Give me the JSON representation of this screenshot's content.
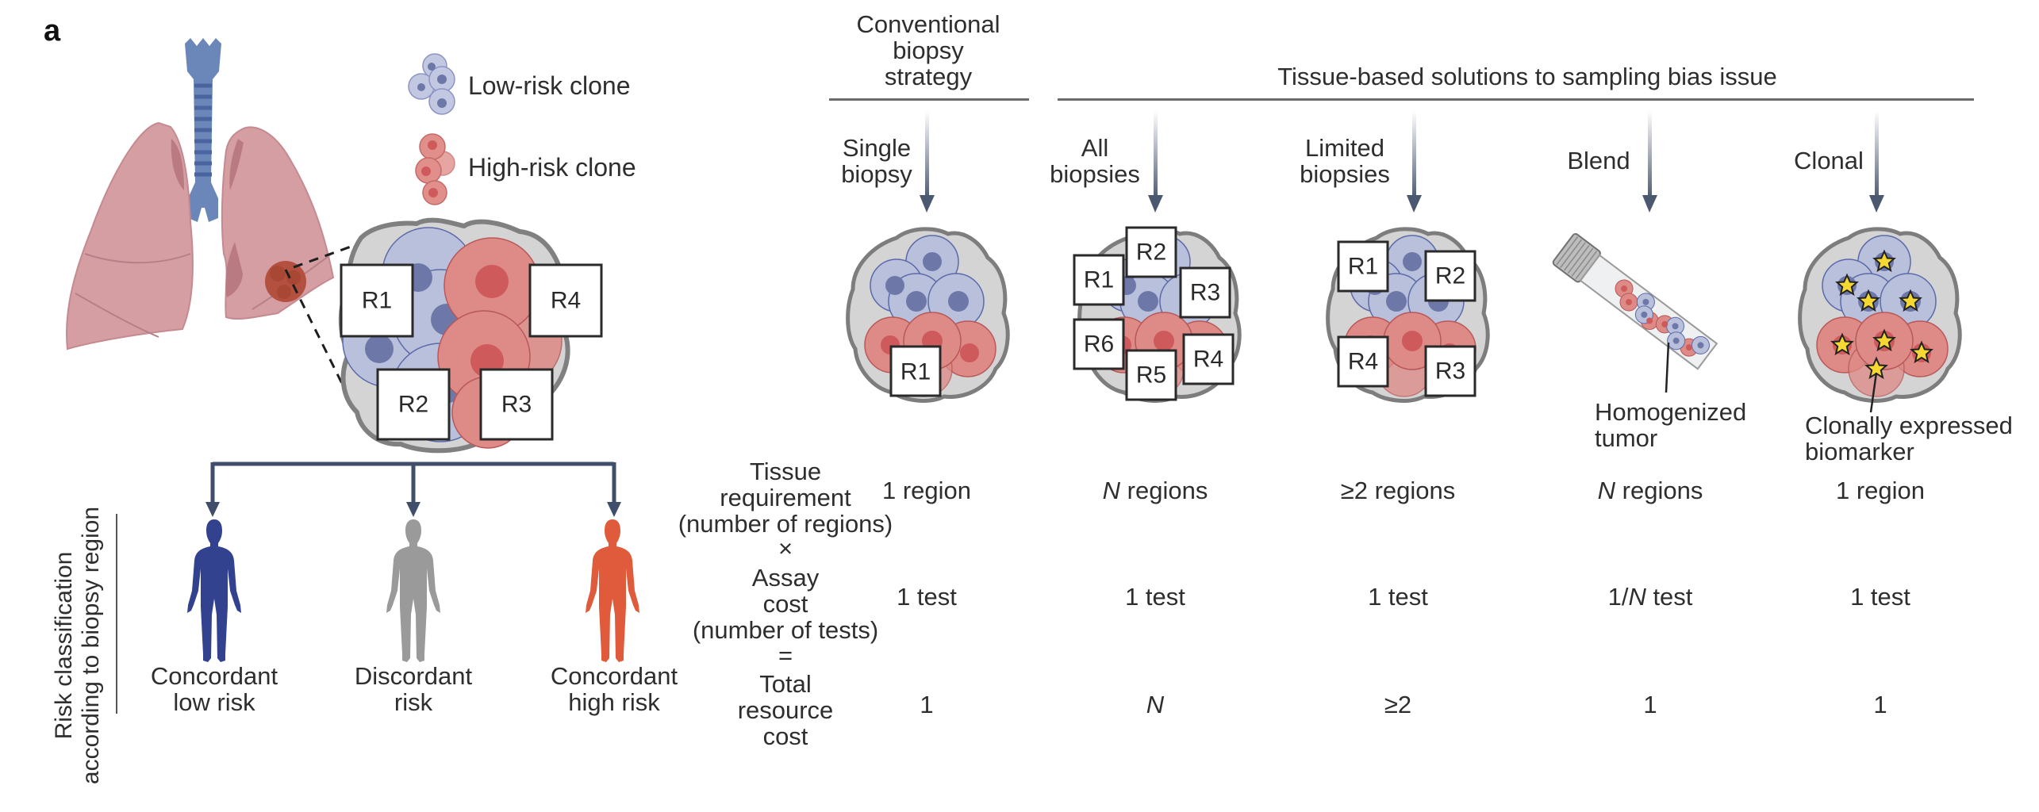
{
  "panel_label": "a",
  "legend": {
    "low_risk": "Low-risk clone",
    "high_risk": "High-risk clone"
  },
  "main_tumor": {
    "regions": [
      "R1",
      "R2",
      "R3",
      "R4"
    ]
  },
  "risk_axis_label": "Risk classification\naccording to biopsy region",
  "outcomes": [
    {
      "label": "Concordant\nlow risk",
      "color": "#33428f"
    },
    {
      "label": "Discordant\nrisk",
      "color": "#9a9a9a"
    },
    {
      "label": "Concordant\nhigh risk",
      "color": "#e05a3c"
    }
  ],
  "headers": {
    "conventional": "Conventional\nbiopsy\nstrategy",
    "tissue_based": "Tissue-based solutions to sampling bias issue"
  },
  "strategies": [
    {
      "name": "Single\nbiopsy",
      "regions": [
        "R1"
      ],
      "tissue": "1 region",
      "assay": "1 test",
      "total": "1"
    },
    {
      "name": "All\nbiopsies",
      "regions": [
        "R1",
        "R2",
        "R3",
        "R4",
        "R5",
        "R6"
      ],
      "tissue": "N regions",
      "assay": "1 test",
      "total": "N"
    },
    {
      "name": "Limited\nbiopsies",
      "regions": [
        "R1",
        "R2",
        "R3",
        "R4"
      ],
      "tissue": "≥2 regions",
      "assay": "1 test",
      "total": "≥2"
    },
    {
      "name": "Blend",
      "annotation": "Homogenized\ntumor",
      "tissue": "N regions",
      "assay": "1/N test",
      "total": "1"
    },
    {
      "name": "Clonal",
      "annotation": "Clonally expressed\nbiomarker",
      "tissue": "1 region",
      "assay": "1 test",
      "total": "1"
    }
  ],
  "row_labels": {
    "tissue": "Tissue\nrequirement\n(number of regions)",
    "times": "×",
    "assay": "Assay\ncost\n(number of tests)",
    "equals": "=",
    "total": "Total\nresource\ncost"
  },
  "colors": {
    "low_risk_cell": "#b9c0dc",
    "low_risk_nucleus": "#6e78a8",
    "high_risk_cell": "#de8a86",
    "high_risk_nucleus": "#cf5a5c",
    "tumor_bg": "#d4d4d4",
    "lung": "#d59ea3",
    "trachea": "#6b86b8",
    "arrow": "#4a5870",
    "star": "#f5d932"
  }
}
